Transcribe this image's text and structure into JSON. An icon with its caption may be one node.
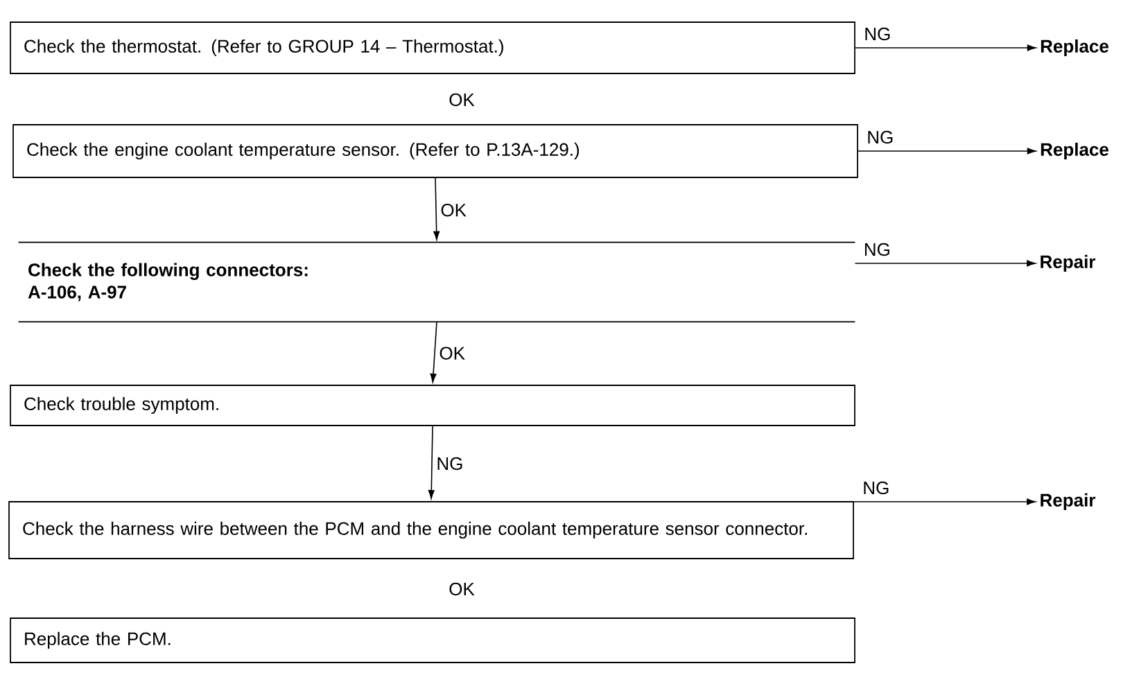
{
  "diagram": {
    "nodes": [
      {
        "text": [
          "Check the thermostat. (Refer to GROUP 14 – Thermostat.)"
        ]
      },
      {
        "text": [
          "Replace"
        ]
      },
      {
        "text": [
          "Check the engine coolant temperature sensor. (Refer to P.13A-129.)"
        ]
      },
      {
        "text": [
          "Replace"
        ]
      },
      {
        "text": [
          "Check the following connectors:",
          "A-106, A-97"
        ]
      },
      {
        "text": [
          "Repair"
        ]
      },
      {
        "text": [
          "Check trouble symptom."
        ]
      },
      {
        "text": [
          "Check the harness wire between the PCM and the engine coolant temperature sensor connector."
        ]
      },
      {
        "text": [
          "Repair"
        ]
      },
      {
        "text": [
          "Replace the PCM."
        ]
      }
    ],
    "edges": [
      {
        "from": 0,
        "to": 1,
        "arrow": "to",
        "label": "NG"
      },
      {
        "from": 2,
        "to": 3,
        "arrow": "to",
        "label": "NG"
      },
      {
        "from": 2,
        "to": 4,
        "arrow": "to",
        "label": "OK"
      },
      {
        "from": 4,
        "to": 5,
        "arrow": "to",
        "label": "NG"
      },
      {
        "from": 4,
        "to": 6,
        "arrow": "to",
        "label": "OK"
      },
      {
        "from": 6,
        "to": 7,
        "arrow": "to",
        "label": "NG"
      },
      {
        "from": 7,
        "to": 8,
        "arrow": "to",
        "label": "NG"
      }
    ],
    "labels": [
      "OK",
      "OK"
    ]
  }
}
